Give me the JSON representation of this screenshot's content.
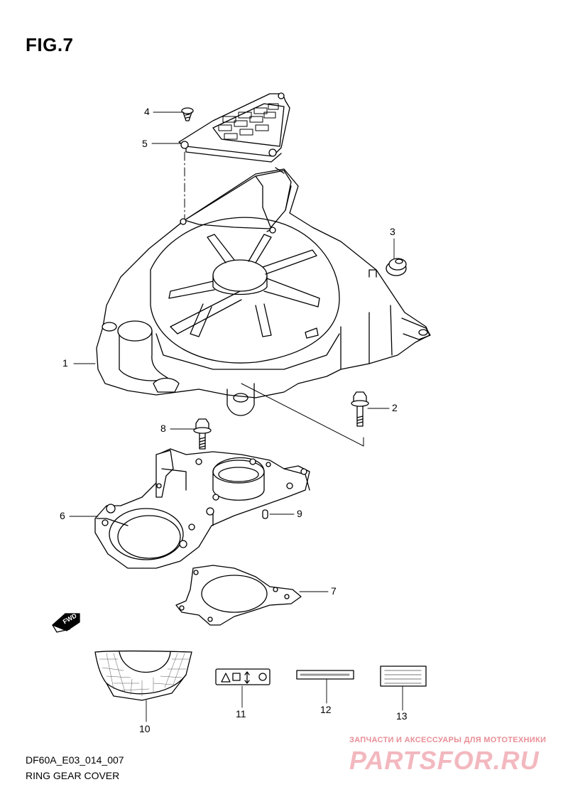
{
  "figure": {
    "title": "FIG.7",
    "code": "DF60A_E03_014_007",
    "name": "RING GEAR COVER"
  },
  "callouts": [
    "1",
    "2",
    "3",
    "4",
    "5",
    "6",
    "7",
    "8",
    "9",
    "10",
    "11",
    "12",
    "13"
  ],
  "direction_label": "FWD",
  "watermark": {
    "tagline": "ЗАПЧАСТИ И АКСЕССУАРЫ ДЛЯ МОТОТЕХНИКИ",
    "brand": "PARTSFOR.RU"
  }
}
